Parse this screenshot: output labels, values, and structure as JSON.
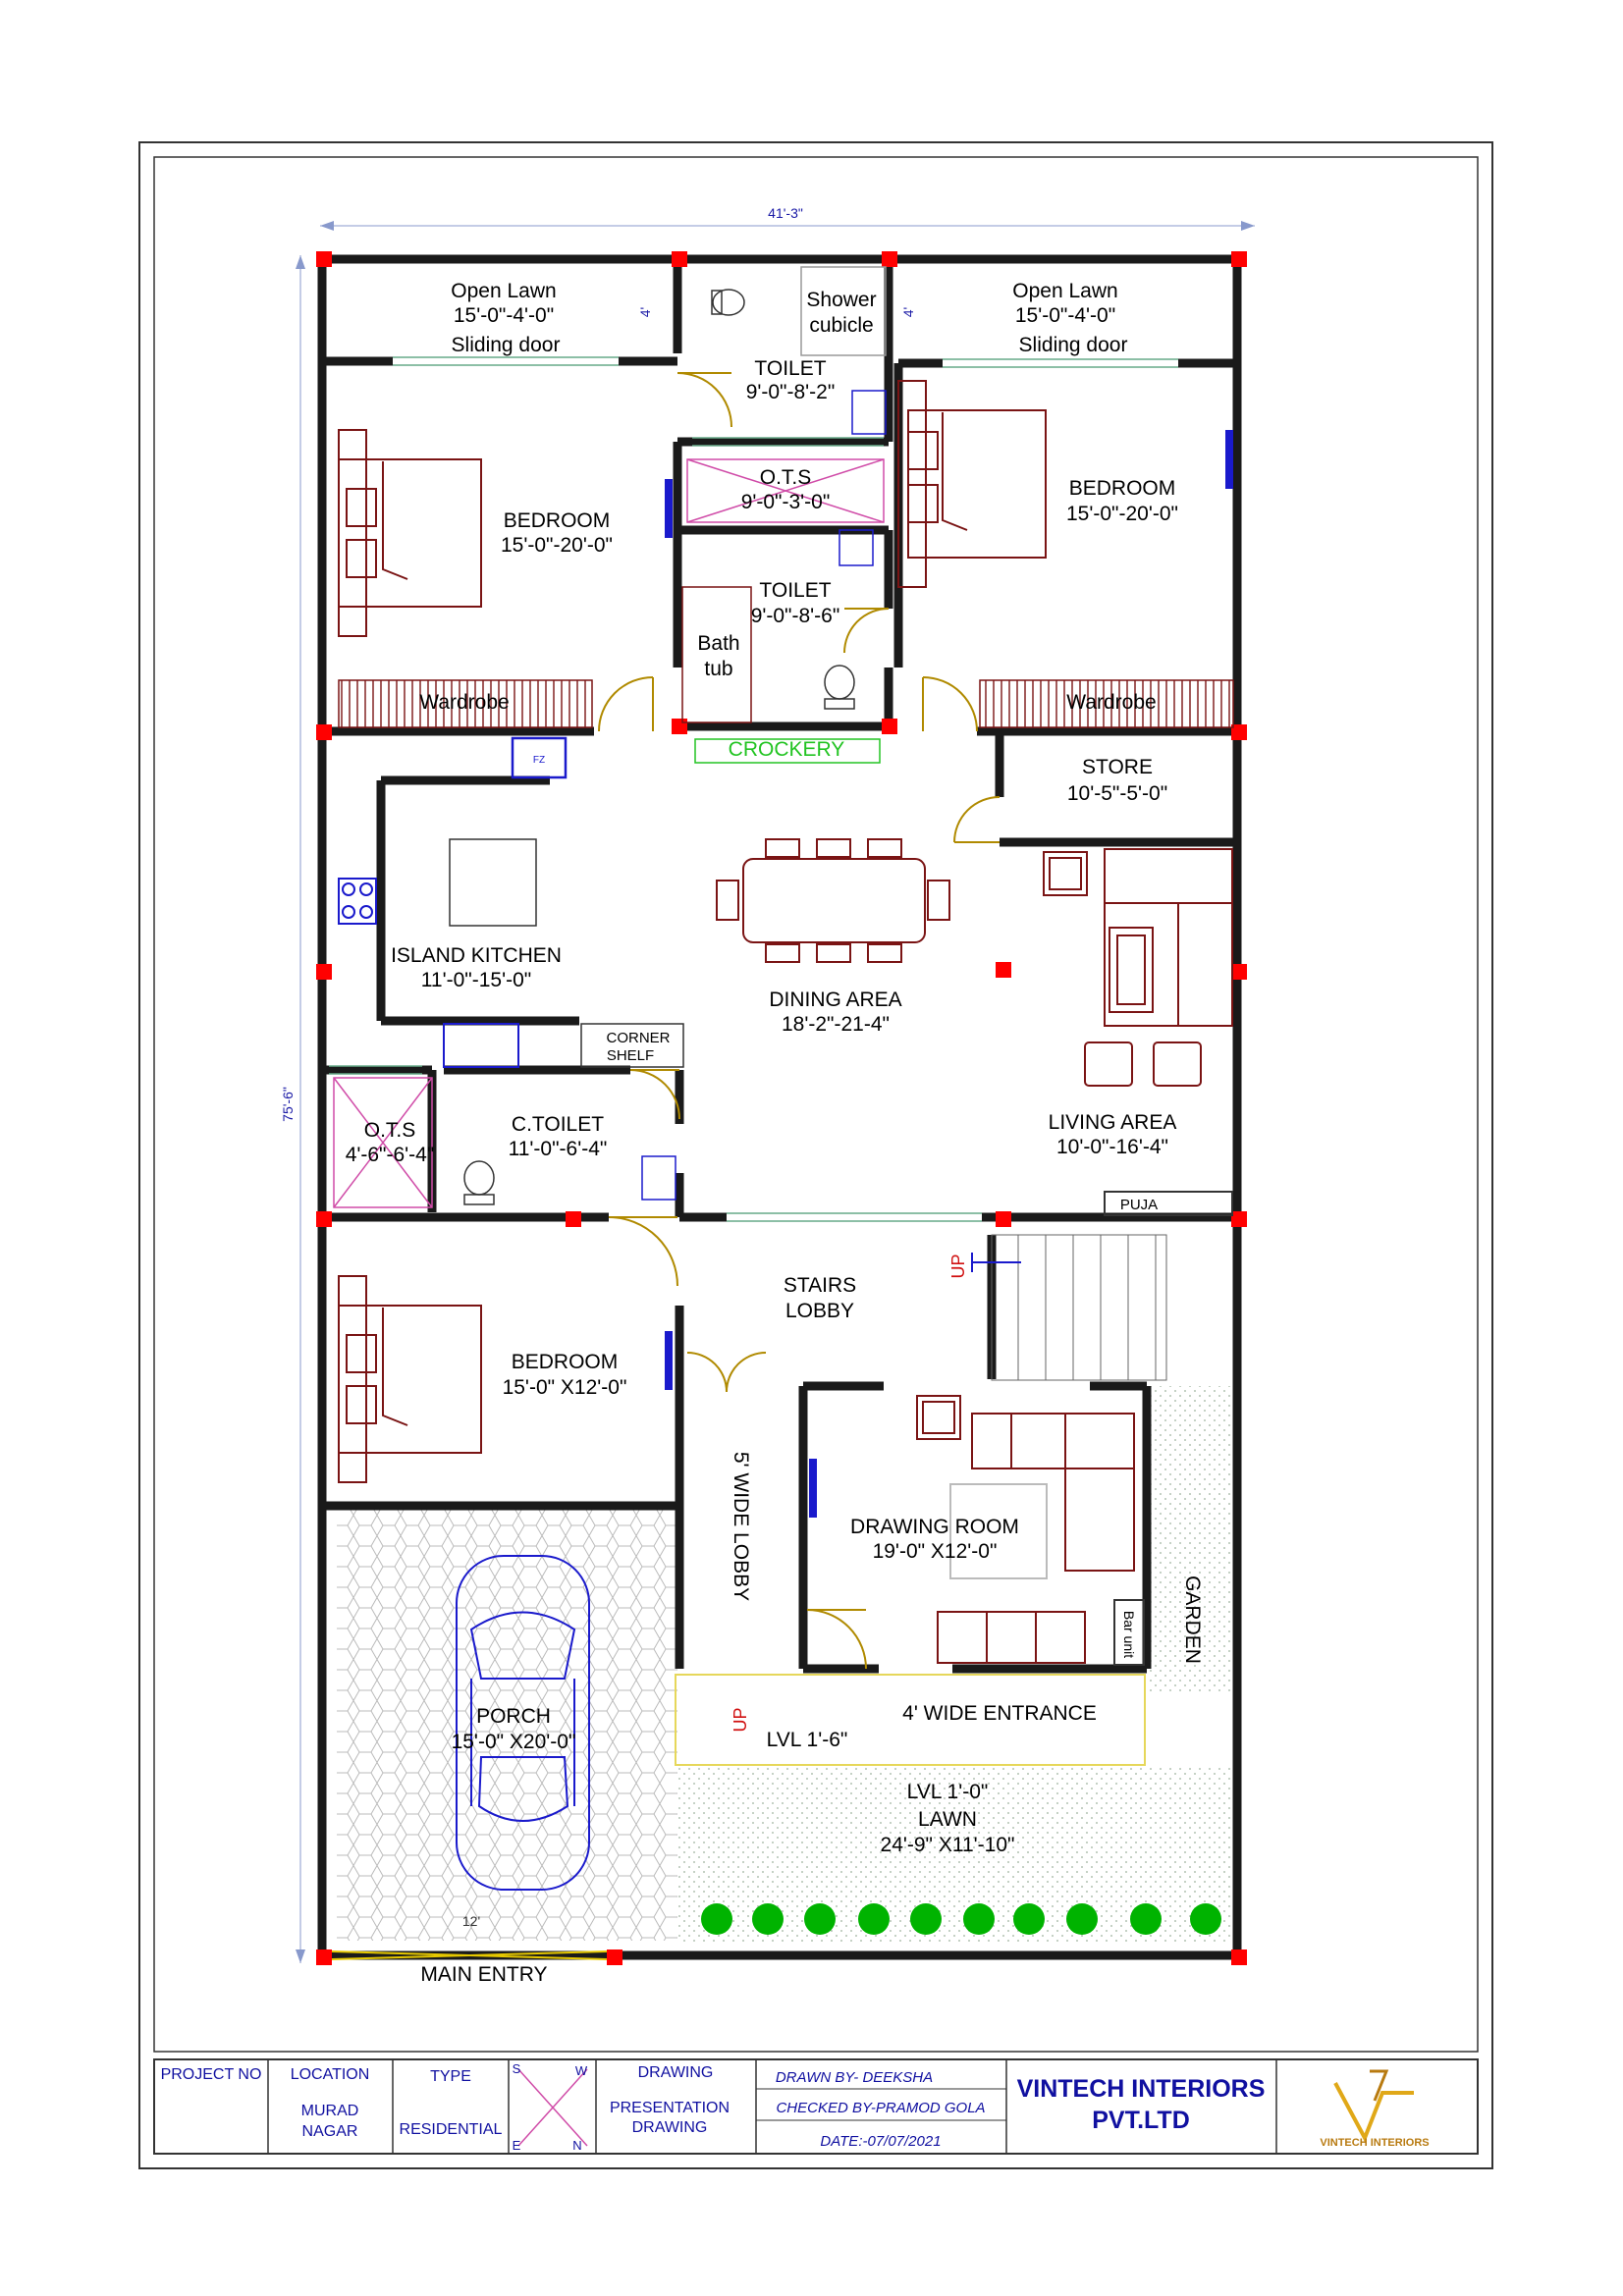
{
  "dimensions": {
    "overall_width": "41'-3\"",
    "overall_depth": "75'-6\"",
    "open_lawn_width": "4'",
    "porch_width": "12'"
  },
  "rooms": {
    "open_lawn_left": {
      "name": "Open Lawn",
      "size": "15'-0\"-4'-0\"",
      "note": "Sliding door"
    },
    "open_lawn_right": {
      "name": "Open Lawn",
      "size": "15'-0\"-4'-0\"",
      "note": "Sliding door"
    },
    "toilet_top": {
      "name": "TOILET",
      "size": "9'-0\"-8'-2\""
    },
    "shower": {
      "name": "Shower",
      "name2": "cubicle"
    },
    "bedroom_top_left": {
      "name": "BEDROOM",
      "size": "15'-0\"-20'-0\""
    },
    "bedroom_top_right": {
      "name": "BEDROOM",
      "size": "15'-0\"-20'-0\""
    },
    "ots_top": {
      "name": "O.T.S",
      "size": "9'-0\"-3'-0\""
    },
    "toilet_mid": {
      "name": "TOILET",
      "size": "9'-0\"-8'-6\""
    },
    "bath_tub": {
      "name": "Bath",
      "name2": "tub"
    },
    "wardrobe_left": {
      "name": "Wardrobe"
    },
    "wardrobe_right": {
      "name": "Wardrobe"
    },
    "crockery": {
      "name": "CROCKERY"
    },
    "store": {
      "name": "STORE",
      "size": "10'-5\"-5'-0\""
    },
    "kitchen": {
      "name": "ISLAND KITCHEN",
      "size": "11'-0\"-15'-0\"",
      "fridge": "FZ"
    },
    "dining": {
      "name": "DINING AREA",
      "size": "18'-2\"-21-4\""
    },
    "corner_shelf": {
      "name": "CORNER",
      "name2": "SHELF"
    },
    "ots_left": {
      "name": "O.T.S",
      "size": "4'-6\"-6'-4\""
    },
    "c_toilet": {
      "name": "C.TOILET",
      "size": "11'-0\"-6'-4\""
    },
    "living": {
      "name": "LIVING AREA",
      "size": "10'-0\"-16'-4\""
    },
    "puja": {
      "name": "PUJA"
    },
    "stairs_lobby": {
      "name": "STAIRS",
      "name2": "LOBBY",
      "up": "UP"
    },
    "bedroom_bottom": {
      "name": "BEDROOM",
      "size": "15'-0\" X12'-0\""
    },
    "lobby": {
      "name": "5' WIDE LOBBY"
    },
    "drawing_room": {
      "name": "DRAWING ROOM",
      "size": "19'-0\" X12'-0\""
    },
    "bar_unit": {
      "name": "Bar unit"
    },
    "garden": {
      "name": "GARDEN"
    },
    "porch": {
      "name": "PORCH",
      "size": "15'-0\" X20'-0\""
    },
    "entrance": {
      "name": "4' WIDE ENTRANCE",
      "up": "UP",
      "level": "LVL 1'-6\""
    },
    "lawn": {
      "level": "LVL 1'-0\"",
      "name": "LAWN",
      "size": "24'-9\" X11'-10\""
    },
    "main_entry": {
      "name": "MAIN ENTRY"
    }
  },
  "title_block": {
    "project_no": "PROJECT NO",
    "location_label": "LOCATION",
    "location_value_1": "MURAD",
    "location_value_2": "NAGAR",
    "type_label": "TYPE",
    "type_value": "RESIDENTIAL",
    "compass": {
      "s": "S",
      "w": "W",
      "e": "E",
      "n": "N"
    },
    "drawing_label": "DRAWING",
    "drawing_value_1": "PRESENTATION",
    "drawing_value_2": "DRAWING",
    "drawn_by": "DRAWN BY- DEEKSHA",
    "checked_by": "CHECKED BY-PRAMOD GOLA",
    "date": "DATE:-07/07/2021",
    "company_1": "VINTECH INTERIORS",
    "company_2": "PVT.LTD",
    "logo_text": "VINTECH INTERIORS"
  },
  "colors": {
    "wall": "#1a1a1a",
    "column": "#ff0000",
    "furniture": "#7a1414",
    "fixture": "#1a1acc",
    "door": "#b08a00",
    "crockery": "#22c422",
    "tree": "#00b300",
    "title_text": "#1010a0"
  }
}
